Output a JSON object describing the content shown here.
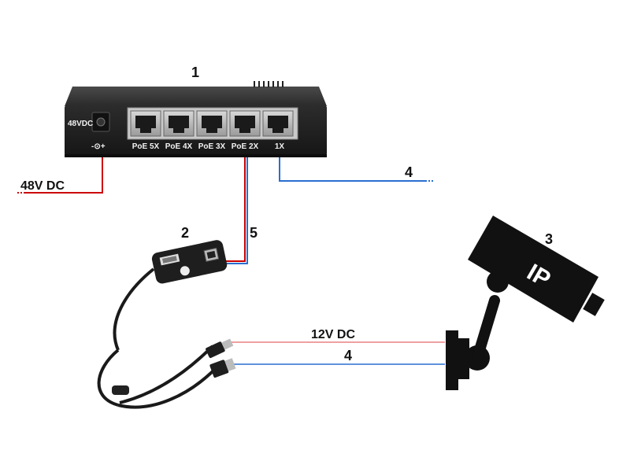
{
  "labels": {
    "switch_number": "1",
    "splitter_number": "2",
    "camera_number": "3",
    "cable_number_uplink": "4",
    "cable_number_camera": "4",
    "cable_number_poe": "5",
    "power_in": "48V DC",
    "power_out": "12V DC"
  },
  "switch": {
    "power_label": "48VDC",
    "dc_polarity": "-⊙+",
    "ports": [
      "PoE 5X",
      "PoE 4X",
      "PoE 3X",
      "PoE 2X",
      "1X"
    ]
  },
  "camera": {
    "text": "IP"
  },
  "colors": {
    "power_wire": "#cc0000",
    "data_wire": "#2a6fd0",
    "device_body": "#2b2b2b"
  }
}
